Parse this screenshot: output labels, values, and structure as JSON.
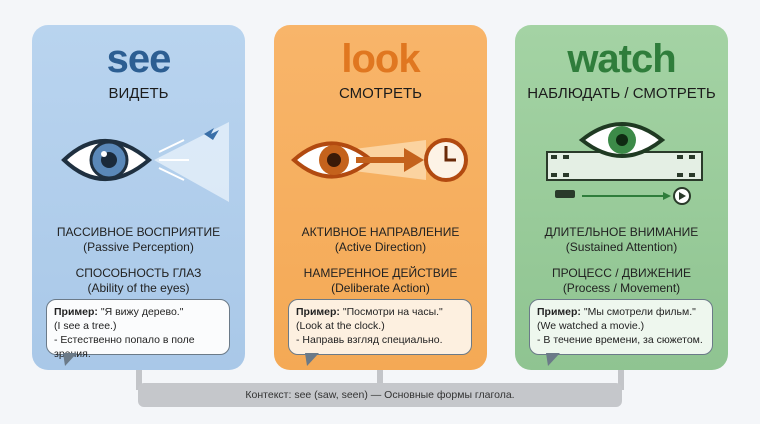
{
  "cards": [
    {
      "title": "see",
      "subtitle": "ВИДЕТЬ",
      "icon": "eye-with-rays-and-bird-icon",
      "feature1_ru": "ПАССИВНОЕ ВОСПРИЯТИЕ",
      "feature1_en": "(Passive Perception)",
      "feature2_ru": "СПОСОБНОСТЬ ГЛАЗ",
      "feature2_en": "(Ability of the eyes)",
      "example_label": "Пример:",
      "example_ru": "\"Я вижу дерево.\"",
      "example_en": "(I see a tree.)",
      "example_note": "- Естественно попало в поле зрения.",
      "color": "#b9d4ef"
    },
    {
      "title": "look",
      "subtitle": "СМОТРЕТЬ",
      "icon": "eye-arrow-clock-icon",
      "feature1_ru": "АКТИВНОЕ НАПРАВЛЕНИЕ",
      "feature1_en": "(Active Direction)",
      "feature2_ru": "НАМЕРЕННОЕ ДЕЙСТВИЕ",
      "feature2_en": "(Deliberate Action)",
      "example_label": "Пример:",
      "example_ru": "\"Посмотри на часы.\"",
      "example_en": "(Look at the clock.)",
      "example_note": "- Направь взгляд специально.",
      "color": "#f6b060"
    },
    {
      "title": "watch",
      "subtitle": "НАБЛЮДАТЬ / СМОТРЕТЬ",
      "icon": "eye-filmstrip-icon",
      "feature1_ru": "ДЛИТЕЛЬНОЕ ВНИМАНИЕ",
      "feature1_en": "(Sustained Attention)",
      "feature2_ru": "ПРОЦЕСС / ДВИЖЕНИЕ",
      "feature2_en": "(Process / Movement)",
      "example_label": "Пример:",
      "example_ru": "\"Мы смотрели фильм.\"",
      "example_en": "(We watched a movie.)",
      "example_note": "- В течение времени, за сюжетом.",
      "color": "#9ccc9c"
    }
  ],
  "context": "Контекст: see (saw, seen) — Основные формы глагола."
}
